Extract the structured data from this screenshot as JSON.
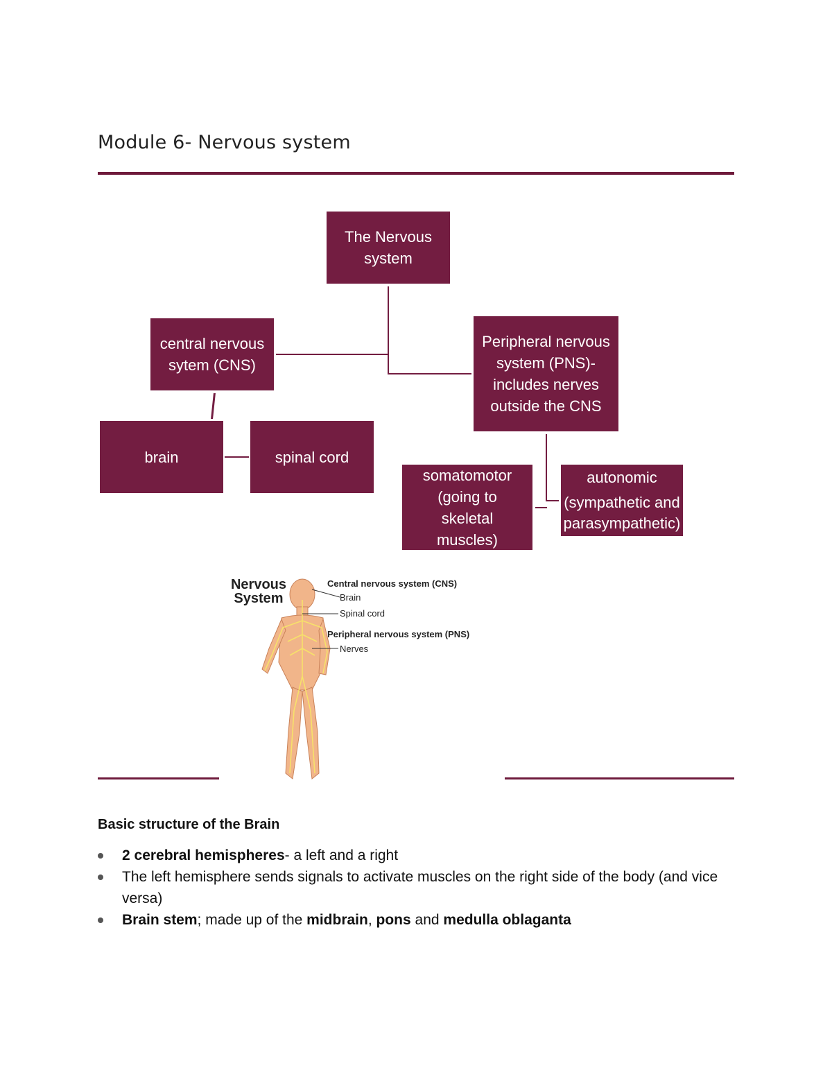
{
  "page": {
    "title": "Module 6- Nervous system",
    "accent_color": "#731d41"
  },
  "diagram": {
    "root": "The Nervous system",
    "cns": "central nervous sytem (CNS)",
    "pns": "Peripheral nervous system (PNS)- includes nerves outside the CNS",
    "brain": "brain",
    "spinal_cord": "spinal cord",
    "somatomotor": "somatomotor (going to skeletal muscles)",
    "autonomic_title": "autonomic",
    "autonomic_detail": "(sympathetic and parasympathetic)"
  },
  "figure": {
    "heading": "Nervous System",
    "cns_label": "Central nervous system (CNS)",
    "brain_label": "Brain",
    "spinal_label": "Spinal cord",
    "pns_label": "Peripheral nervous system (PNS)",
    "nerves_label": "Nerves"
  },
  "section": {
    "heading": "Basic structure of the Brain",
    "b1_bold": "2 cerebral hemispheres",
    "b1_rest": "- a left and a right",
    "b2_text": "The left hemisphere sends signals to activate muscles on the right side of the body (and vice versa)",
    "b3_bold1": "Brain stem",
    "b3_mid1": "; made up of the ",
    "b3_bold2": "midbrain",
    "b3_mid2": ", ",
    "b3_bold3": "pons",
    "b3_mid3": " and ",
    "b3_bold4": "medulla oblaganta"
  }
}
